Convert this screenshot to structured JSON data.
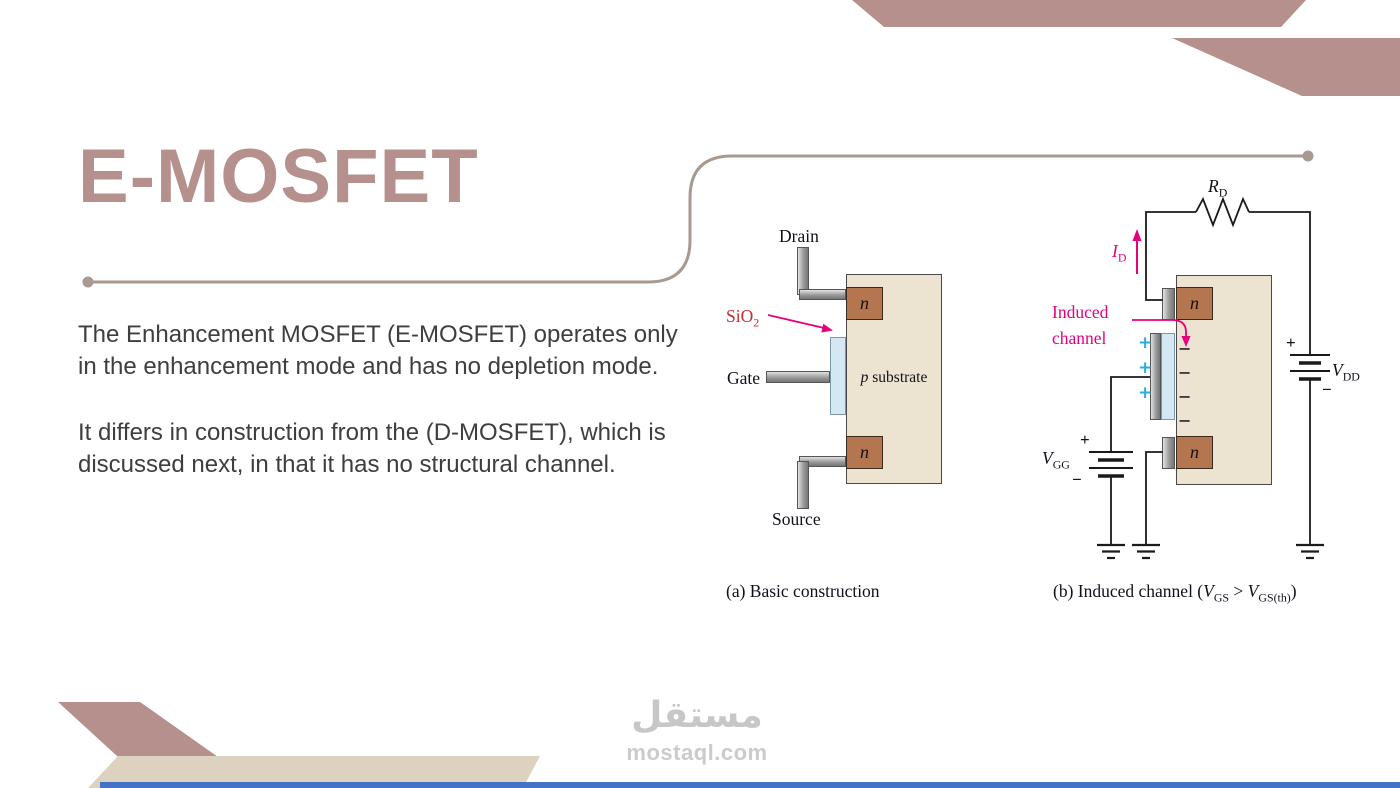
{
  "colors": {
    "accent": "#b5908c",
    "beige": "#ddd2c0",
    "line": "#a89a90",
    "blue": "#4472c4",
    "magenta": "#e6007e",
    "red": "#cf2a33",
    "cyan": "#2aabe2",
    "substrate": "#ece3d0",
    "n_region": "#b3764f",
    "oxide": "#d4e8f4"
  },
  "header": {
    "title": "E-MOSFET"
  },
  "body": {
    "p1_line1": "The Enhancement MOSFET (E-MOSFET) operates only",
    "p1_line2": "in the enhancement mode and has no depletion mode.",
    "p2_line1": "It differs in construction from the (D-MOSFET), which is",
    "p2_line2": "discussed next, in that it has no structural channel."
  },
  "figure_a": {
    "drain": "Drain",
    "gate": "Gate",
    "source": "Source",
    "sio2_base": "SiO",
    "sio2_sub": "2",
    "p": "p",
    "substrate": " substrate",
    "n": "n",
    "caption": "(a) Basic construction"
  },
  "figure_b": {
    "rd_base": "R",
    "rd_sub": "D",
    "id_base": "I",
    "id_sub": "D",
    "induced_channel": "Induced channel",
    "vgg_base": "V",
    "vgg_sub": "GG",
    "vdd_base": "V",
    "vdd_sub": "DD",
    "n": "n",
    "plus": "+",
    "minus": "−",
    "caption_prefix": "(b) Induced channel (",
    "caption_v": "V",
    "caption_v_sub": "GS",
    "caption_gt": " > ",
    "caption_v2": "V",
    "caption_v2_sub": "GS(th)",
    "caption_suffix": ")"
  },
  "watermark": {
    "name": "مستقل",
    "site": "mostaql.com"
  }
}
